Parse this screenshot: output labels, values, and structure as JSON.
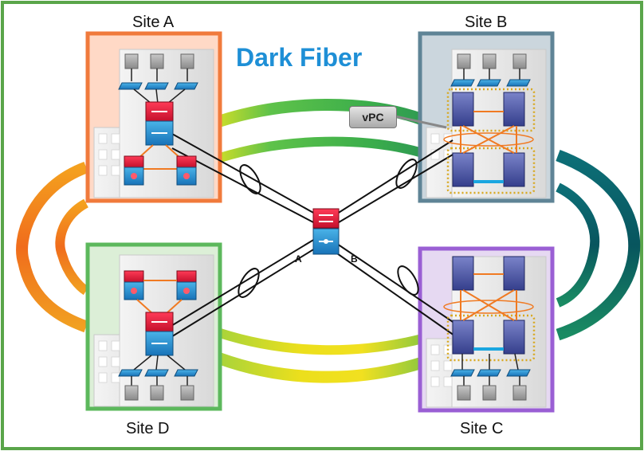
{
  "title": "Dark Fiber",
  "vpc_label": "vPC",
  "sites": {
    "a": "Site A",
    "b": "Site B",
    "c": "Site C",
    "d": "Site D"
  },
  "link_labels": {
    "a": "A",
    "b": "B"
  },
  "colors": {
    "title": "#1e8fd6",
    "site_a": "#f07a3c",
    "site_b": "#5f8496",
    "site_c": "#9a5fd4",
    "site_d": "#5cb85c",
    "ring_green": "#4cb84a",
    "ring_teal": "#0b6873",
    "ring_orange": "#f07c1e",
    "ring_yellow": "#e8dc1e",
    "port_channel": "#f07a22",
    "vpc_dots": "#d8a820"
  },
  "icons": [
    "router-icon",
    "switch-icon",
    "server-icon",
    "building-icon",
    "port-channel-ellipse-icon"
  ]
}
